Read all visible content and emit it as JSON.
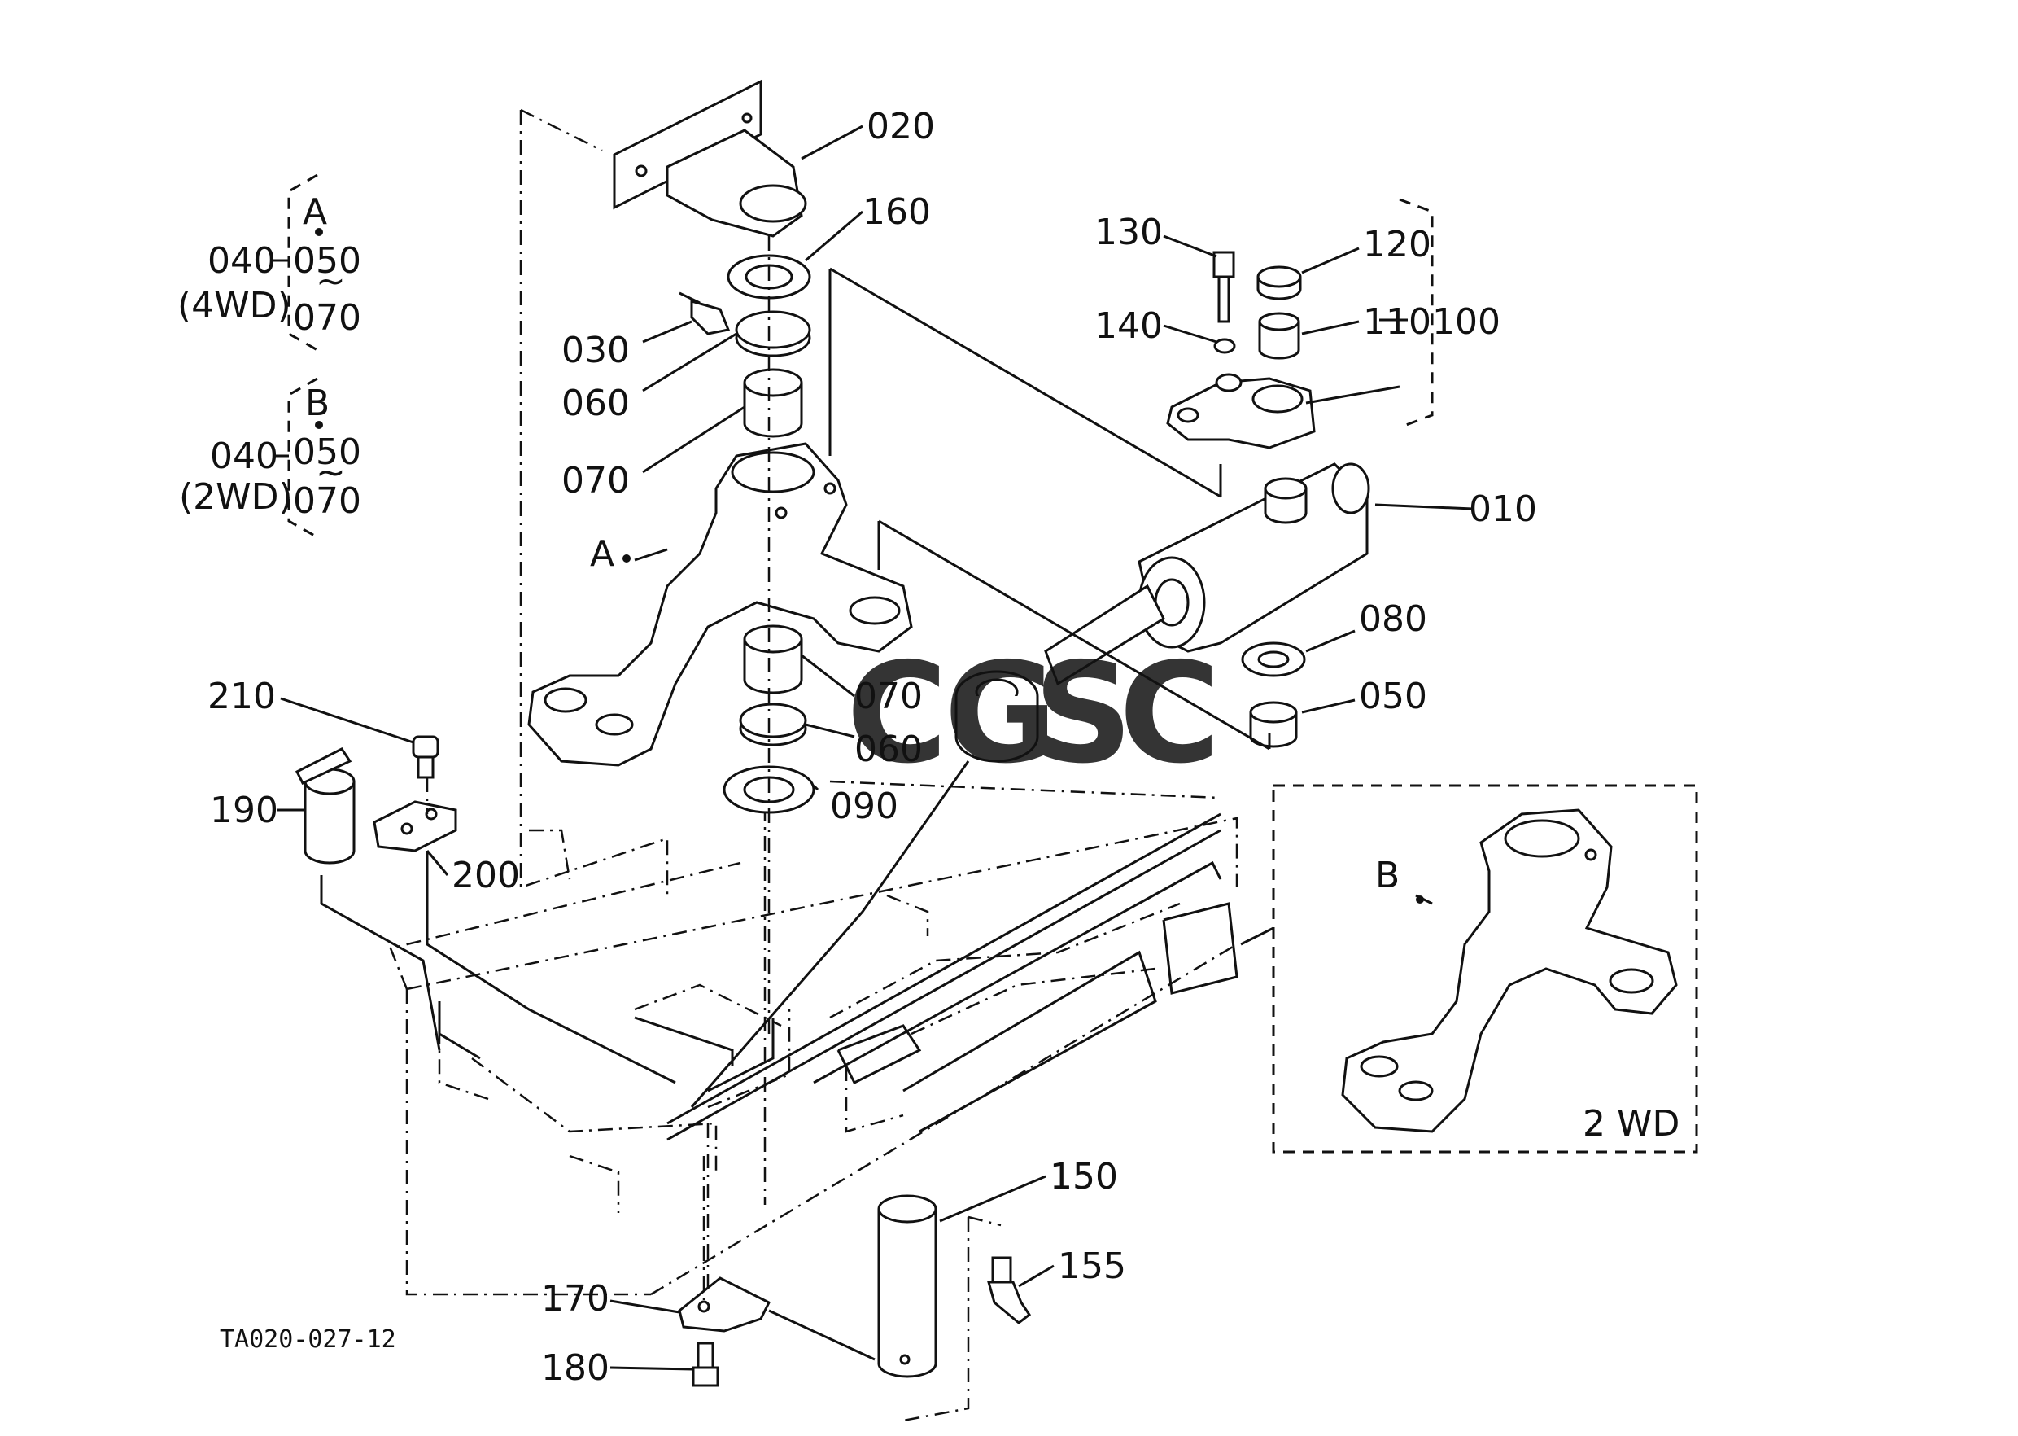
{
  "labels": {
    "p020": "020",
    "p160": "160",
    "p030": "030",
    "p060a": "060",
    "p070a": "070",
    "p070b": "070",
    "p060b": "060",
    "p090": "090",
    "p130": "130",
    "p120": "120",
    "p140": "140",
    "p110": "110",
    "p100": "100",
    "p010": "010",
    "p080": "080",
    "p050": "050",
    "p210": "210",
    "p190": "190",
    "p200": "200",
    "p150": "150",
    "p155": "155",
    "p170": "170",
    "p180": "180",
    "refA": "A",
    "refB": "B",
    "inset_2wd": "2 WD",
    "doc_code": "TA020-027-12"
  },
  "legend": {
    "groupA": {
      "letter": "A",
      "part": "040",
      "top": "050",
      "bottom": "070",
      "variant": "(4WD)"
    },
    "groupB": {
      "letter": "B",
      "part": "040",
      "top": "050",
      "bottom": "070",
      "variant": "(2WD)"
    }
  },
  "watermark": {
    "letters": [
      "C",
      "G",
      "S",
      "C"
    ],
    "colors": [
      "#4a86e8",
      "#e06666",
      "#f1c232",
      "#6aa84f"
    ]
  }
}
